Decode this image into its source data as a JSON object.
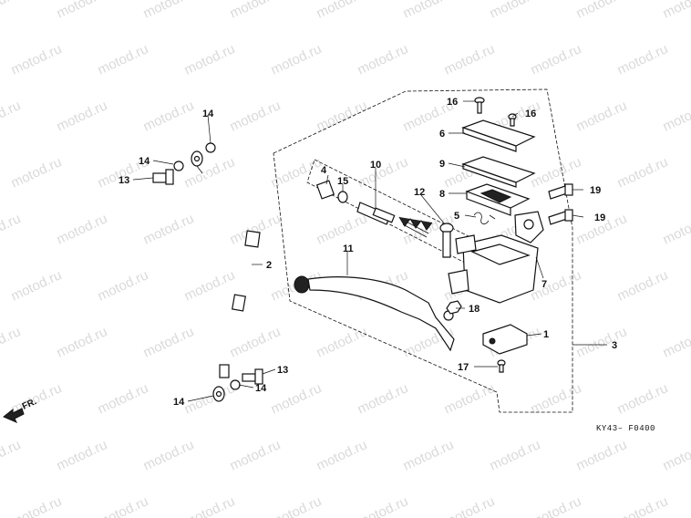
{
  "watermark": "motod.ru",
  "drawing_code": "KY43– F0400",
  "direction_label": "FR.",
  "callouts": [
    "1",
    "2",
    "3",
    "4",
    "5",
    "6",
    "7",
    "8",
    "9",
    "10",
    "11",
    "12",
    "13",
    "13",
    "14",
    "14",
    "14",
    "14",
    "15",
    "16",
    "16",
    "17",
    "18",
    "19",
    "19"
  ]
}
